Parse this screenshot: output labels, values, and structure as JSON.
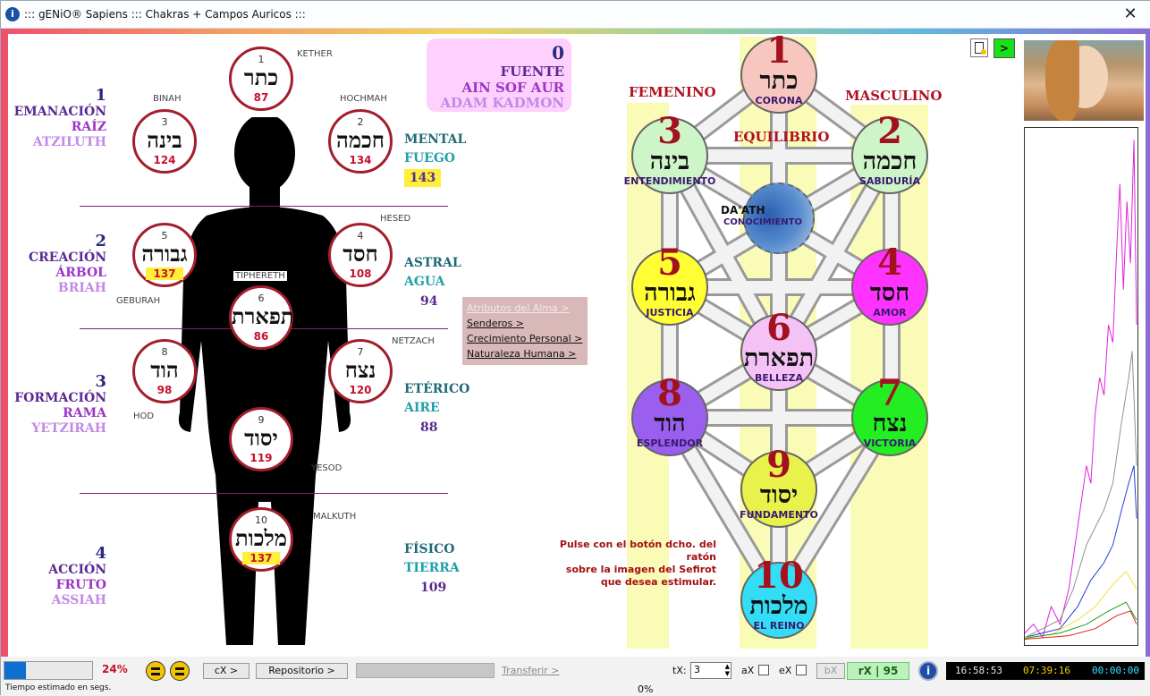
{
  "window": {
    "title": "::: gENiO® Sapiens ::: Chakras + Campos Auricos :::",
    "close_glyph": "✕",
    "app_icon_glyph": "i"
  },
  "left_sephirot": [
    {
      "num": "1",
      "hebrew": "כתר",
      "value": "87",
      "label": "KETHER",
      "hl": false
    },
    {
      "num": "3",
      "hebrew": "בינה",
      "value": "124",
      "label": "BINAH",
      "hl": false
    },
    {
      "num": "2",
      "hebrew": "חכמה",
      "value": "134",
      "label": "HOCHMAH",
      "hl": false
    },
    {
      "num": "5",
      "hebrew": "גבורה",
      "value": "137",
      "label": "GEBURAH",
      "hl": true
    },
    {
      "num": "4",
      "hebrew": "חסד",
      "value": "108",
      "label": "HESED",
      "hl": false
    },
    {
      "num": "6",
      "hebrew": "תפארת",
      "value": "86",
      "label": "TIPHERETH",
      "hl": false
    },
    {
      "num": "8",
      "hebrew": "הוד",
      "value": "98",
      "label": "HOD",
      "hl": false
    },
    {
      "num": "7",
      "hebrew": "נצח",
      "value": "120",
      "label": "NETZACH",
      "hl": false
    },
    {
      "num": "9",
      "hebrew": "יסוד",
      "value": "119",
      "label": "YESOD",
      "hl": false
    },
    {
      "num": "10",
      "hebrew": "מלכות",
      "value": "137",
      "label": "MALKUTH",
      "hl": true
    }
  ],
  "worlds": [
    {
      "num": "1",
      "a": "EMANACIÓN",
      "b": "RAÍZ",
      "c": "ATZILUTH"
    },
    {
      "num": "2",
      "a": "CREACIÓN",
      "b": "ÁRBOL",
      "c": "BRIAH"
    },
    {
      "num": "3",
      "a": "FORMACIÓN",
      "b": "RAMA",
      "c": "YETZIRAH"
    },
    {
      "num": "4",
      "a": "ACCIÓN",
      "b": "FRUTO",
      "c": "ASSIAH"
    }
  ],
  "elements": [
    {
      "a": "MENTAL",
      "b": "FUEGO",
      "c": "143",
      "hl": true
    },
    {
      "a": "ASTRAL",
      "b": "AGUA",
      "c": "94",
      "hl": false
    },
    {
      "a": "ETÉRICO",
      "b": "AIRE",
      "c": "88",
      "hl": false
    },
    {
      "a": "FÍSICO",
      "b": "TIERRA",
      "c": "109",
      "hl": false
    }
  ],
  "source_box": {
    "num": "0",
    "l1": "FUENTE",
    "l2": "AIN SOF AUR",
    "l3": "ADAM KADMON"
  },
  "menu": {
    "items": [
      "Atributos del Alma >",
      "Senderos >",
      "Crecimiento Personal >",
      "Naturaleza Humana >"
    ]
  },
  "tree": {
    "femenino": "FEMENINO",
    "masculino": "MASCULINO",
    "equilibrio": "EQUILIBRIO",
    "daath": "DA'ATH",
    "daath_sub": "CONOCIMIENTO",
    "nodes": [
      {
        "num": "1",
        "hebrew": "כתר",
        "name": "CORONA",
        "color": "#f7c7bf"
      },
      {
        "num": "3",
        "hebrew": "בינה",
        "name": "ENTENDIMIENTO",
        "color": "#cdf5c8"
      },
      {
        "num": "2",
        "hebrew": "חכמה",
        "name": "SABIDURÍA",
        "color": "#cdf5c8"
      },
      {
        "num": "5",
        "hebrew": "גבורה",
        "name": "JUSTICIA",
        "color": "#ffff33"
      },
      {
        "num": "4",
        "hebrew": "חסד",
        "name": "AMOR",
        "color": "#ff33ff"
      },
      {
        "num": "6",
        "hebrew": "תפארת",
        "name": "BELLEZA",
        "color": "#f4c2f4"
      },
      {
        "num": "8",
        "hebrew": "הוד",
        "name": "ESPLENDOR",
        "color": "#9b5ff0"
      },
      {
        "num": "7",
        "hebrew": "נצח",
        "name": "VICTORIA",
        "color": "#22ee22"
      },
      {
        "num": "9",
        "hebrew": "יסוד",
        "name": "FUNDAMENTO",
        "color": "#e8f24a"
      },
      {
        "num": "10",
        "hebrew": "מלכות",
        "name": "EL REINO",
        "color": "#33ddf5"
      }
    ]
  },
  "instructions": [
    "Pulse con el botón dcho. del ratón",
    "sobre la imagen del Sefirot",
    "que desea estimular."
  ],
  "status": {
    "progress_pct": 24,
    "progress_label": "24%",
    "estimate_label": "Tiempo estimado en segs.",
    "cx_label": "cX >",
    "repo_label": "Repositorio >",
    "transfer_label": "Transferir >",
    "transfer_pct": "0%",
    "tx_label": "tX:",
    "tx_value": "3",
    "ax_label": "aX",
    "ex_label": "eX",
    "bx_label": "bX",
    "rx_label": "rX | 95",
    "info_glyph": "i",
    "time1": "16:58:53",
    "time2": "07:39:16",
    "time3": "00:00:00"
  },
  "top_right": {
    "doc_icon": "document-icon",
    "play_label": ">"
  },
  "colors": {
    "accent_red": "#a31e2c",
    "clock_time1": "#e8e8e8",
    "clock_time2": "#f0d000",
    "clock_time3": "#34e0ff"
  }
}
